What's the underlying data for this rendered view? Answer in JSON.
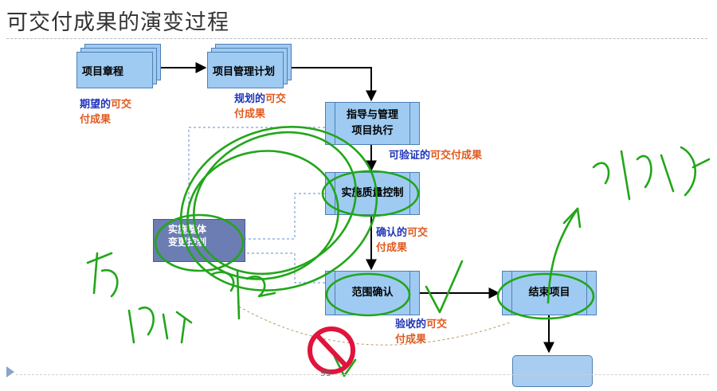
{
  "title": "可交付成果的演变过程",
  "page_number": "95",
  "boxes": {
    "charter": "项目章程",
    "plan": "项目管理计划",
    "execute_l1": "指导与管理",
    "execute_l2": "项目执行",
    "quality": "实施质量控制",
    "scope": "范围确认",
    "close": "结束项目"
  },
  "change_control": {
    "line1": "实施整体",
    "line2": "变更控制"
  },
  "captions": {
    "expected": {
      "a": "期望的",
      "b": "可交",
      "c": "付成果"
    },
    "planned": {
      "a": "规划的",
      "b": "可交",
      "c": "付成果"
    },
    "verifiable": {
      "a": "可验证的",
      "b": "可交付成果"
    },
    "confirmed": {
      "a": "确认的",
      "b": "可交",
      "c": "付成果"
    },
    "accepted": {
      "a": "验收的",
      "b": "可交",
      "c": "付成果"
    }
  },
  "colors": {
    "box_fill": "#9fcbf2",
    "box_border": "#4f7fb4",
    "ink": "#22a61a",
    "no_sign": "#e0143c"
  }
}
